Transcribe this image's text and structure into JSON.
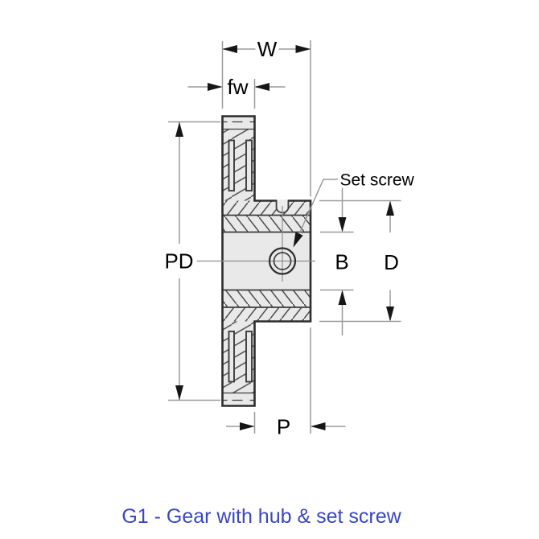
{
  "diagram": {
    "type": "engineering-cross-section",
    "caption": "G1 - Gear with hub & set screw",
    "labels": {
      "overall_width": "W",
      "face_width": "fw",
      "pitch_diameter": "PD",
      "bore": "B",
      "hub_diameter": "D",
      "hub_projection": "P",
      "set_screw": "Set screw"
    },
    "colors": {
      "outline": "#2d2d2d",
      "innerline": "#3d3d3d",
      "hatch": "#4f4f4f",
      "fill": "#e9e9e9",
      "dimension": "#9b9b9b",
      "centerline": "#8f8f8f",
      "arrow": "#161616",
      "label": "#000000",
      "caption": "#3a46c3"
    }
  }
}
